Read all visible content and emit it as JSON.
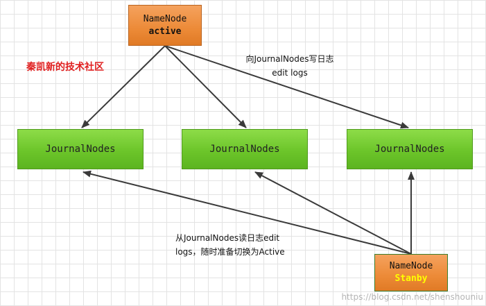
{
  "diagram": {
    "active_namenode": {
      "title": "NameNode",
      "state": "active"
    },
    "standby_namenode": {
      "title": "NameNode",
      "state": "Stanby"
    },
    "journal_nodes": [
      {
        "label": "JournalNodes"
      },
      {
        "label": "JournalNodes"
      },
      {
        "label": "JournalNodes"
      }
    ],
    "write_caption": {
      "line1": "向JournalNodes写日志",
      "line2": "edit logs"
    },
    "read_caption": {
      "line1": "从JournalNodes读日志edit",
      "line2": "logs，随时准备切换为Active"
    },
    "brand_text": "秦凯新的技术社区",
    "watermark": "https://blog.csdn.net/shenshouniu"
  },
  "colors": {
    "namenode_fill": "#ec8a37",
    "journal_fill": "#6cc52a",
    "standby_state_text": "#ffff00",
    "brand_text": "#e02020",
    "arrow": "#3a3a3a"
  },
  "icons": {
    "arrow_head": "filled-triangle-arrowhead"
  }
}
